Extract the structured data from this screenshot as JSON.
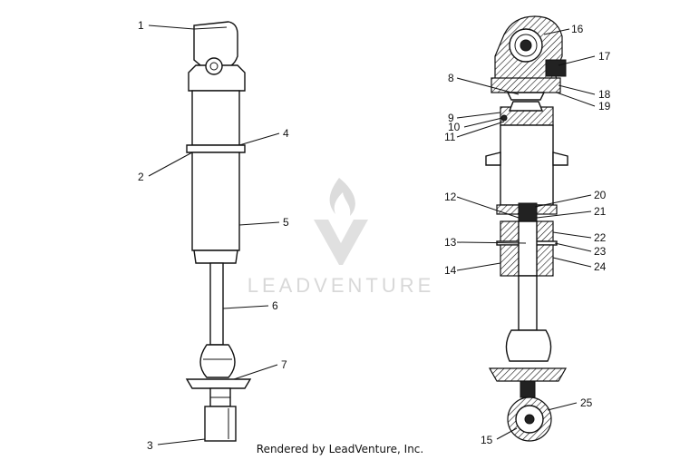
{
  "watermark": {
    "text": "LEADVENTURE"
  },
  "footer": {
    "credit": "Rendered by LeadVenture, Inc."
  },
  "callouts": [
    "1",
    "2",
    "3",
    "4",
    "5",
    "6",
    "7",
    "8",
    "9",
    "10",
    "11",
    "12",
    "13",
    "14",
    "15",
    "16",
    "17",
    "18",
    "19",
    "20",
    "21",
    "22",
    "23",
    "24",
    "25"
  ]
}
